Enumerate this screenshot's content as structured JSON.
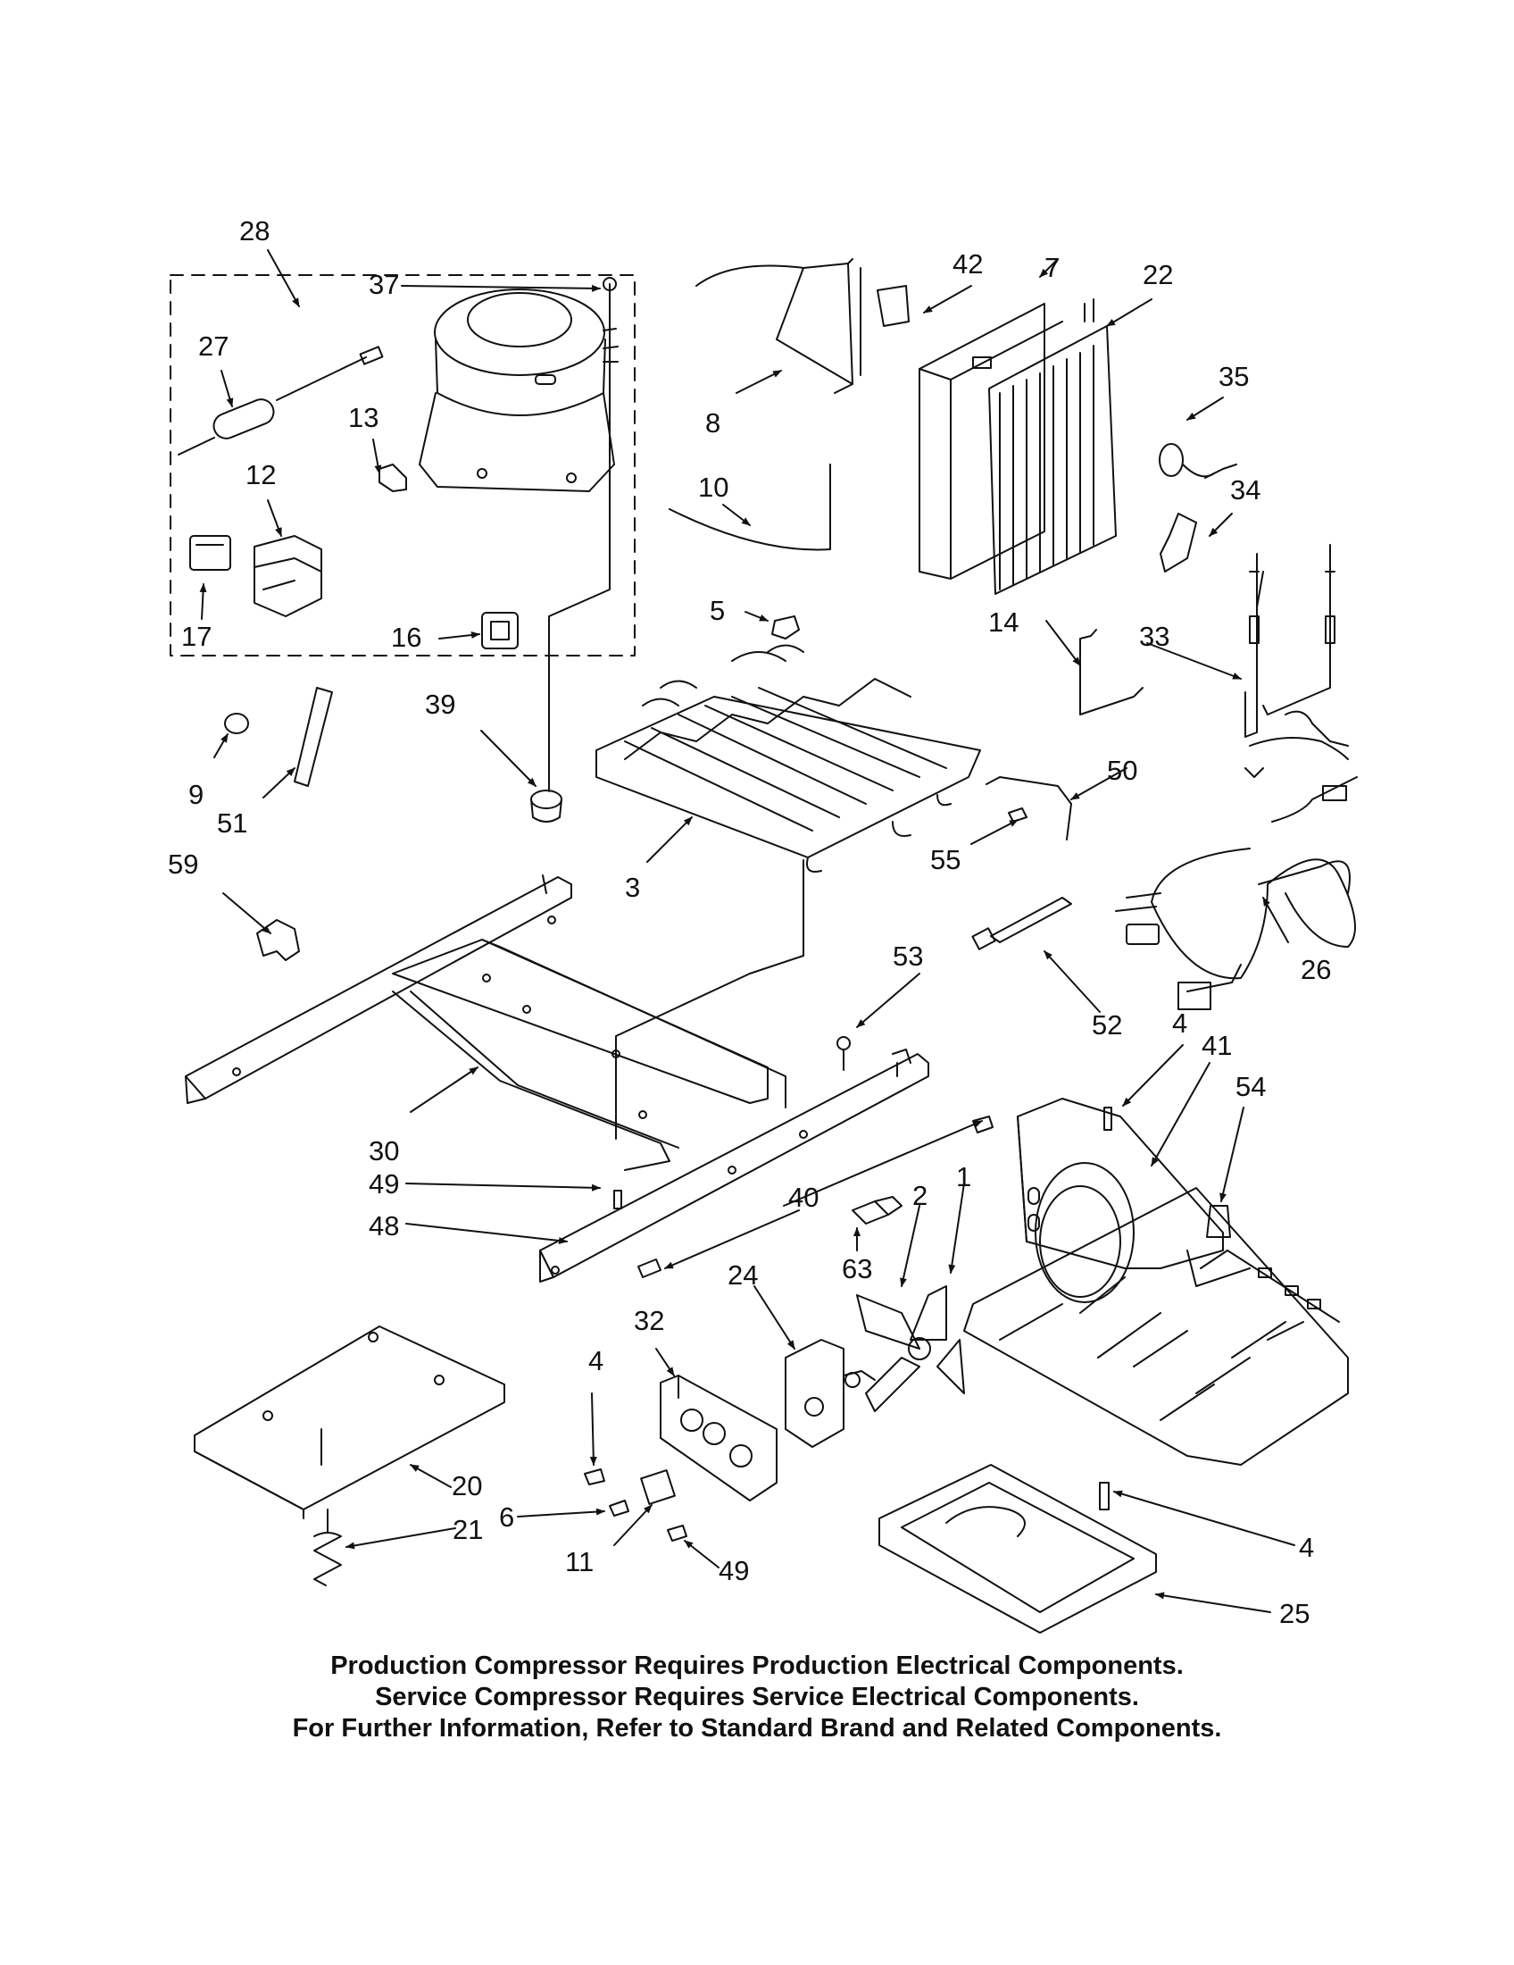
{
  "callouts": {
    "c1": "1",
    "c2": "2",
    "c3": "3",
    "c4a": "4",
    "c4b": "4",
    "c4c": "4",
    "c5": "5",
    "c6": "6",
    "c7": "7",
    "c8": "8",
    "c9": "9",
    "c10": "10",
    "c11": "11",
    "c12": "12",
    "c13": "13",
    "c14": "14",
    "c16": "16",
    "c17": "17",
    "c20": "20",
    "c21": "21",
    "c22": "22",
    "c24": "24",
    "c25": "25",
    "c26": "26",
    "c27": "27",
    "c28": "28",
    "c30": "30",
    "c32": "32",
    "c33": "33",
    "c34": "34",
    "c35": "35",
    "c37": "37",
    "c39": "39",
    "c40": "40",
    "c41": "41",
    "c42": "42",
    "c48": "48",
    "c49a": "49",
    "c49b": "49",
    "c50": "50",
    "c51": "51",
    "c52": "52",
    "c53": "53",
    "c54": "54",
    "c55": "55",
    "c59": "59",
    "c63": "63"
  },
  "notes": {
    "line1": "Production Compressor Requires Production Electrical Components.",
    "line2": "Service Compressor Requires Service Electrical Components.",
    "line3": "For Further Information, Refer to Standard Brand and Related Components."
  },
  "colors": {
    "ink": "#111111",
    "paper": "#ffffff"
  }
}
